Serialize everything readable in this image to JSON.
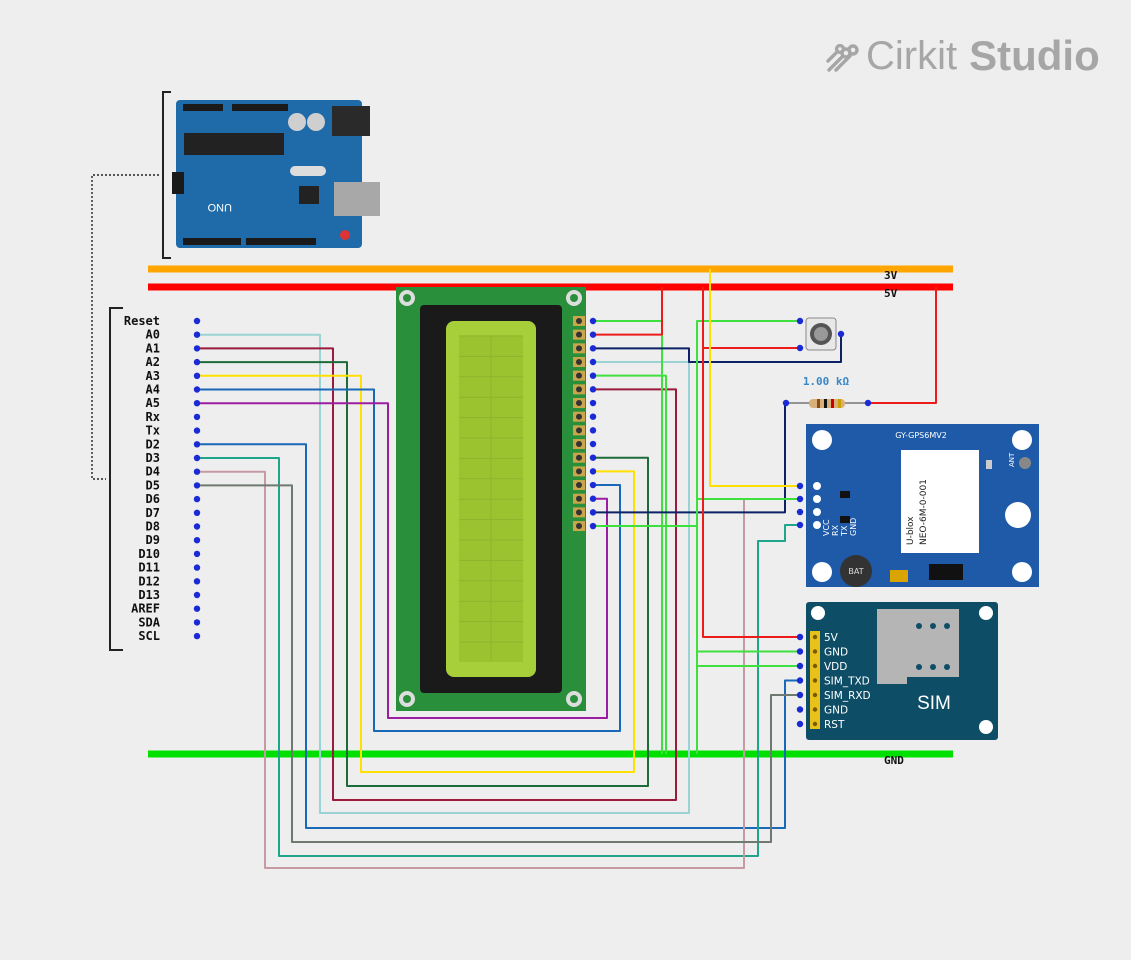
{
  "brand": {
    "name": "Cirkit",
    "product": "Studio",
    "icon": "cirkit-logo-icon"
  },
  "rails": [
    {
      "label": "3V",
      "color": "#ffa500"
    },
    {
      "label": "5V",
      "color": "#ff0000"
    },
    {
      "label": "GND",
      "color": "#00e000"
    }
  ],
  "arduino": {
    "model": "UNO",
    "header_pins": [
      "Reset",
      "A0",
      "A1",
      "A2",
      "A3",
      "A4",
      "A5",
      "Rx",
      "Tx",
      "D2",
      "D3",
      "D4",
      "D5",
      "D6",
      "D7",
      "D8",
      "D9",
      "D10",
      "D11",
      "D12",
      "D13",
      "AREF",
      "SDA",
      "SCL"
    ]
  },
  "resistor": {
    "label": "1.00 kΩ"
  },
  "gps": {
    "title": "GY-GPS6MV2",
    "chip_line1": "U-blox",
    "chip_line2": "NEO-6M-0-001",
    "pins": [
      "VCC",
      "RX",
      "TX",
      "GND"
    ],
    "ant": "ANT",
    "bat": "BAT"
  },
  "sim": {
    "pins": [
      "5V",
      "GND",
      "VDD",
      "SIM_TXD",
      "SIM_RXD",
      "GND",
      "RST"
    ],
    "label": "SIM"
  },
  "lcd": {
    "pin_count": 16
  },
  "wire_colors": {
    "lightblue": "#9ad3d3",
    "maroon": "#9b1b3c",
    "darkgreen": "#1e6b3a",
    "yellow": "#ffe000",
    "blue": "#1a68b8",
    "purple": "#9b1ea0",
    "teal": "#1fa58a",
    "gray": "#6e7a70",
    "pink": "#c79aa3",
    "green": "#3ee03e",
    "red": "#ee1b1b",
    "navy": "#0d2266"
  }
}
